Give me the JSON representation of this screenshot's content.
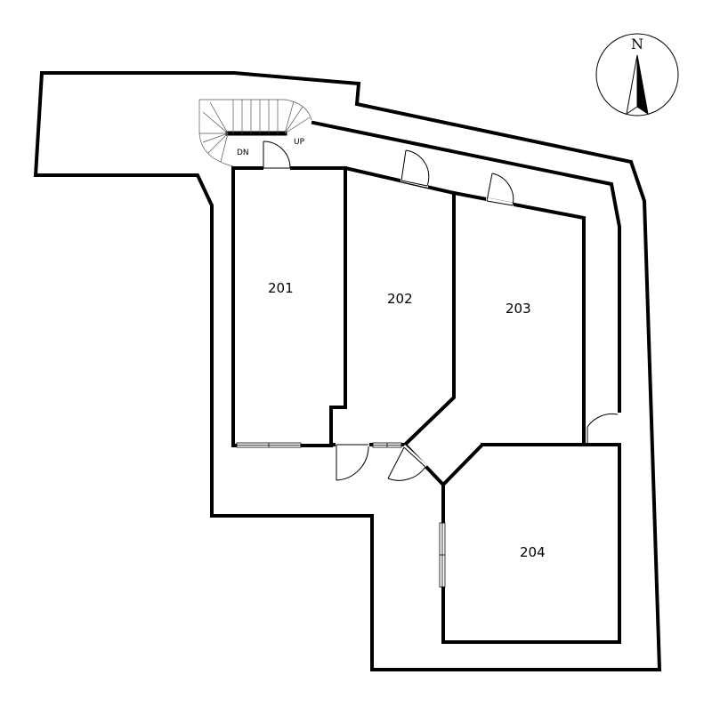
{
  "rooms": {
    "r201": "201",
    "r202": "202",
    "r203": "203",
    "r204": "204"
  },
  "stairs": {
    "down": "DN",
    "up": "UP"
  },
  "compass": {
    "letter": "N"
  }
}
